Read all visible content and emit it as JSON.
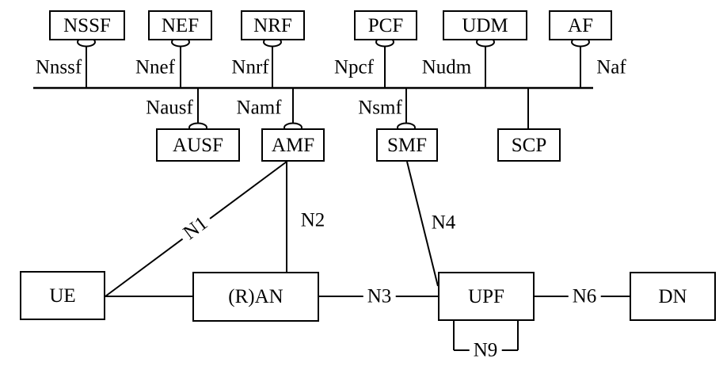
{
  "nodes": {
    "nssf": {
      "label": "NSSF"
    },
    "nef": {
      "label": "NEF"
    },
    "nrf": {
      "label": "NRF"
    },
    "pcf": {
      "label": "PCF"
    },
    "udm": {
      "label": "UDM"
    },
    "af": {
      "label": "AF"
    },
    "ausf": {
      "label": "AUSF"
    },
    "amf": {
      "label": "AMF"
    },
    "smf": {
      "label": "SMF"
    },
    "scp": {
      "label": "SCP"
    },
    "ue": {
      "label": "UE"
    },
    "ran": {
      "label": "(R)AN"
    },
    "upf": {
      "label": "UPF"
    },
    "dn": {
      "label": "DN"
    }
  },
  "interfaces": {
    "nnssf": "Nnssf",
    "nnef": "Nnef",
    "nnrf": "Nnrf",
    "npcf": "Npcf",
    "nudm": "Nudm",
    "naf": "Naf",
    "nausf": "Nausf",
    "namf": "Namf",
    "nsmf": "Nsmf"
  },
  "reference_points": {
    "n1": "N1",
    "n2": "N2",
    "n3": "N3",
    "n4": "N4",
    "n6": "N6",
    "n9": "N9"
  },
  "colors": {
    "line": "#000000",
    "background": "#ffffff",
    "text": "#000000"
  }
}
